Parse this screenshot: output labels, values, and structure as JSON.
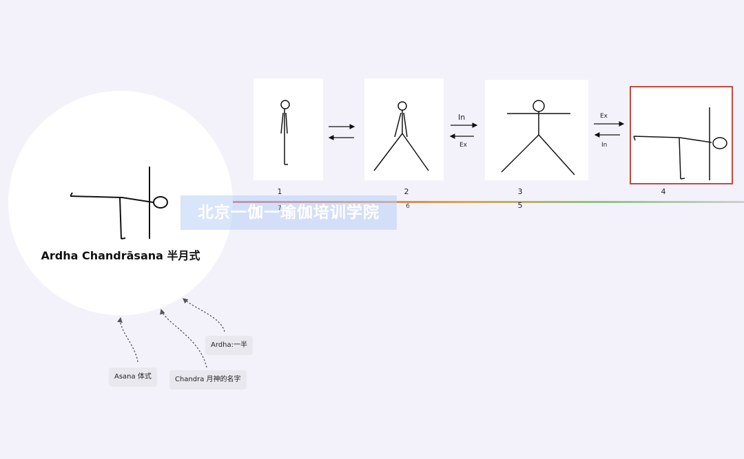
{
  "pose": {
    "title": "Ardha Chandrāsana 半月式"
  },
  "watermark": "北京一伽一瑜伽培训学院",
  "steps": [
    {
      "number": "1",
      "sub": "7"
    },
    {
      "number": "2",
      "sub": "6"
    },
    {
      "number": "3",
      "sub": "5"
    },
    {
      "number": "4",
      "sub": ""
    }
  ],
  "transitions": [
    {
      "top": "",
      "bottom": ""
    },
    {
      "top": "In",
      "bottom": "Ex"
    },
    {
      "top": "Ex",
      "bottom": "In"
    }
  ],
  "notes": [
    {
      "text": "Asana 体式"
    },
    {
      "text": "Chandra 月神的名字"
    },
    {
      "text": "Ardha:一半"
    }
  ],
  "colors": {
    "background": "#f3f2fb",
    "selected_border": "#c9453d",
    "timeline": [
      "#c94f4f",
      "#e0a24a",
      "#8cc47a"
    ]
  }
}
